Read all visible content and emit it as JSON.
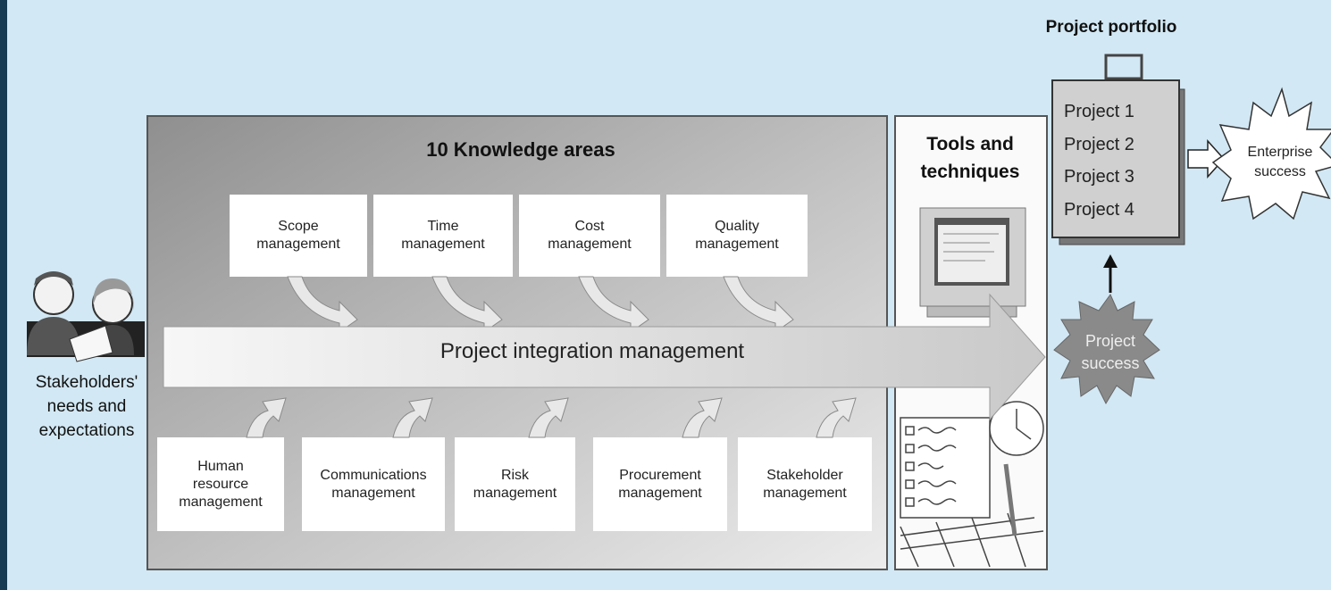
{
  "stakeholders": {
    "label": "Stakeholders'\nneeds and\nexpectations"
  },
  "knowledge_areas": {
    "title": "10 Knowledge areas",
    "top_row": [
      "Scope\nmanagement",
      "Time\nmanagement",
      "Cost\nmanagement",
      "Quality\nmanagement"
    ],
    "bottom_row": [
      "Human\nresource\nmanagement",
      "Communications\nmanagement",
      "Risk\nmanagement",
      "Procurement\nmanagement",
      "Stakeholder\nmanagement"
    ],
    "integration": "Project integration management"
  },
  "tools": {
    "title": "Tools and\ntechniques"
  },
  "portfolio": {
    "title": "Project portfolio",
    "projects": [
      "Project 1",
      "Project 2",
      "Project 3",
      "Project 4"
    ]
  },
  "project_success": {
    "label": "Project\nsuccess"
  },
  "enterprise_success": {
    "label": "Enterprise\nsuccess"
  }
}
